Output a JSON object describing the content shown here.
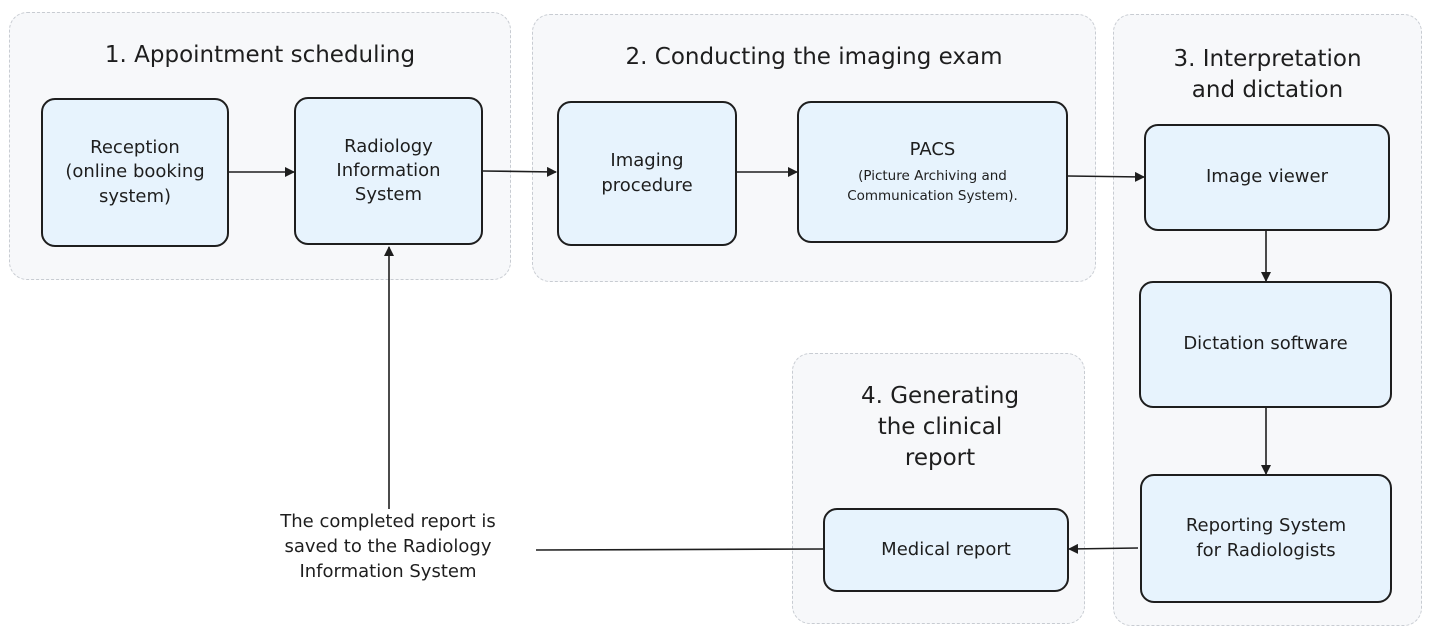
{
  "groups": {
    "scheduling": {
      "title": "1. Appointment scheduling"
    },
    "exam": {
      "title": "2. Conducting the imaging exam"
    },
    "interpretation": {
      "title": "3. Interpretation\nand dictation"
    },
    "report": {
      "title": "4. Generating\nthe clinical\nreport"
    }
  },
  "nodes": {
    "reception": {
      "label": "Reception\n(online booking\nsystem)"
    },
    "ris": {
      "label": "Radiology\nInformation\nSystem"
    },
    "imaging": {
      "label": "Imaging\nprocedure"
    },
    "pacs": {
      "label": "PACS",
      "sublabel": "(Picture Archiving and\nCommunication System)."
    },
    "viewer": {
      "label": "Image viewer"
    },
    "dictation": {
      "label": "Dictation software"
    },
    "reporting": {
      "label": "Reporting System\nfor Radiologists"
    },
    "medical_report": {
      "label": "Medical report"
    }
  },
  "annotations": {
    "saved_note": "The completed report is\nsaved to the Radiology\nInformation System"
  },
  "colors": {
    "group_fill": "#f7f8fa",
    "group_border": "#c8ccd2",
    "node_fill": "#e7f3fd",
    "stroke": "#1e1e1e"
  }
}
